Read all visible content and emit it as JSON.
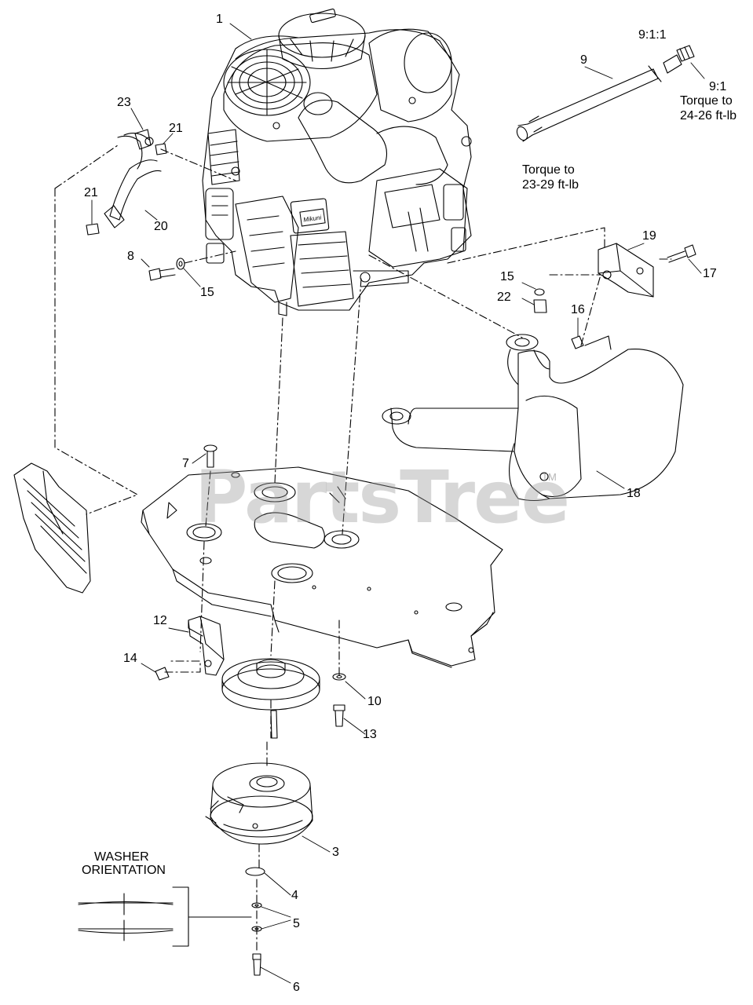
{
  "watermark": {
    "text": "PartsTree",
    "trademark": "TM"
  },
  "callouts": [
    {
      "id": "c1",
      "text": "1"
    },
    {
      "id": "c23",
      "text": "23"
    },
    {
      "id": "c21a",
      "text": "21"
    },
    {
      "id": "c21b",
      "text": "21"
    },
    {
      "id": "c20",
      "text": "20"
    },
    {
      "id": "c8",
      "text": "8"
    },
    {
      "id": "c15a",
      "text": "15"
    },
    {
      "id": "c9",
      "text": "9"
    },
    {
      "id": "c91",
      "text": "9:1"
    },
    {
      "id": "c911",
      "text": "9:1:1"
    },
    {
      "id": "c19",
      "text": "19"
    },
    {
      "id": "c17",
      "text": "17"
    },
    {
      "id": "c15b",
      "text": "15"
    },
    {
      "id": "c22",
      "text": "22"
    },
    {
      "id": "c16",
      "text": "16"
    },
    {
      "id": "c18",
      "text": "18"
    },
    {
      "id": "c7",
      "text": "7"
    },
    {
      "id": "c12",
      "text": "12"
    },
    {
      "id": "c14",
      "text": "14"
    },
    {
      "id": "c10",
      "text": "10"
    },
    {
      "id": "c13",
      "text": "13"
    },
    {
      "id": "c3",
      "text": "3"
    },
    {
      "id": "c4",
      "text": "4"
    },
    {
      "id": "c5",
      "text": "5"
    },
    {
      "id": "c6",
      "text": "6"
    }
  ],
  "notes": {
    "torque_fitting_line1": "Torque to",
    "torque_fitting_line2": "23-29 ft-lb",
    "torque_plug_line1": "Torque to",
    "torque_plug_line2": "24-26 ft-lb",
    "washer_line1": "WASHER",
    "washer_line2": "ORIENTATION"
  },
  "engine_brand": "Mikuni"
}
